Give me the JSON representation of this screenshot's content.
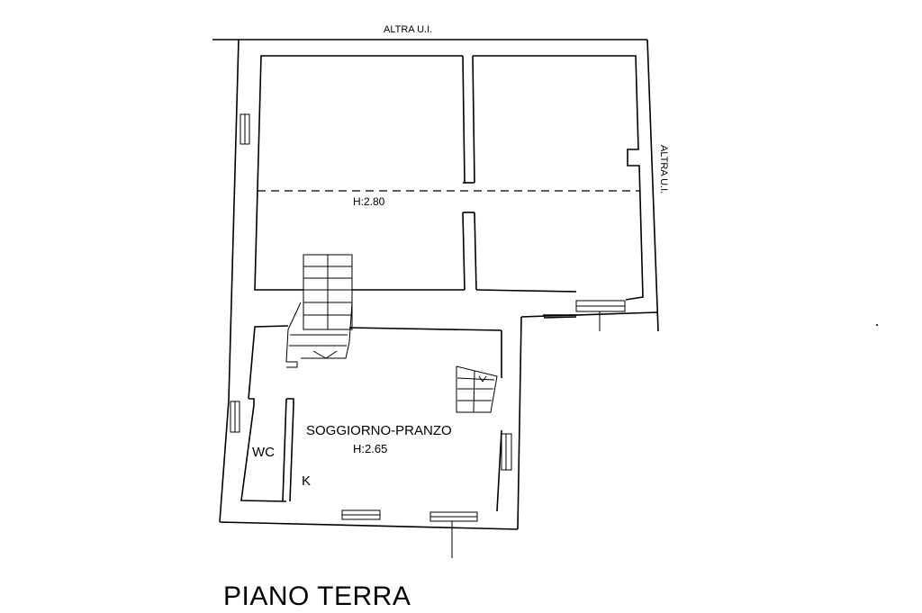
{
  "labels": {
    "neighbor_top": "ALTRA U.I.",
    "neighbor_right": "ALTRA U.I.",
    "height_upper": "H:2.80",
    "living_room": "SOGGIORNO-PRANZO",
    "height_living": "H:2.65",
    "wc": "WC",
    "kitchen": "K",
    "floor_title": "PIANO TERRA"
  }
}
